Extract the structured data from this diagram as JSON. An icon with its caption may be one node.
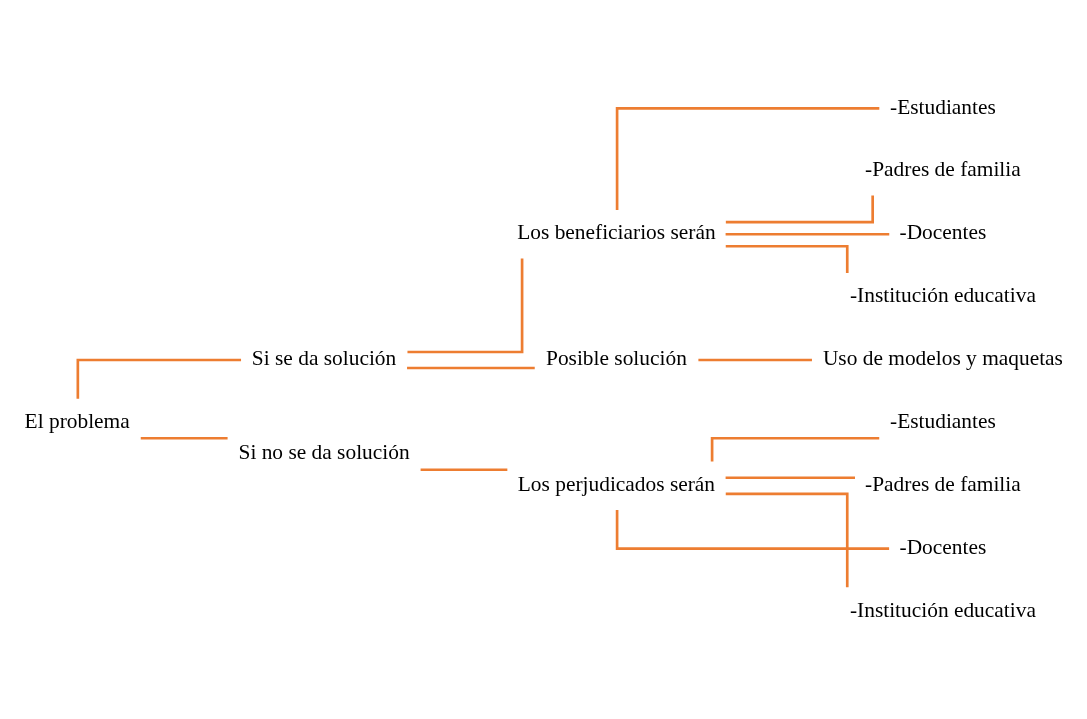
{
  "diagram": {
    "nodes": [
      {
        "text": [
          "El problema"
        ]
      },
      {
        "text": [
          "Si se da solución"
        ]
      },
      {
        "text": [
          "Si no se da solución"
        ]
      },
      {
        "text": [
          "Los beneficiarios serán"
        ]
      },
      {
        "text": [
          "Posible solución"
        ]
      },
      {
        "text": [
          "-Estudiantes"
        ]
      },
      {
        "text": [
          "-Padres de familia"
        ]
      },
      {
        "text": [
          "-Docentes"
        ]
      },
      {
        "text": [
          "-Institución educativa"
        ]
      },
      {
        "text": [
          "Uso de modelos y maquetas"
        ]
      },
      {
        "text": [
          "Los perjudicados serán"
        ]
      },
      {
        "text": [
          "-Estudiantes"
        ]
      },
      {
        "text": [
          "-Padres de familia"
        ]
      },
      {
        "text": [
          "-Docentes"
        ]
      },
      {
        "text": [
          "-Institución educativa"
        ]
      }
    ],
    "edges": [
      {
        "from": 0,
        "to": 1,
        "arrow": "none"
      },
      {
        "from": 0,
        "to": 2,
        "arrow": "none"
      },
      {
        "from": 1,
        "to": 3,
        "arrow": "none"
      },
      {
        "from": 1,
        "to": 4,
        "arrow": "none"
      },
      {
        "from": 3,
        "to": 5,
        "arrow": "none"
      },
      {
        "from": 3,
        "to": 6,
        "arrow": "none"
      },
      {
        "from": 3,
        "to": 7,
        "arrow": "none"
      },
      {
        "from": 3,
        "to": 8,
        "arrow": "none"
      },
      {
        "from": 4,
        "to": 9,
        "arrow": "none"
      },
      {
        "from": 2,
        "to": 10,
        "arrow": "none"
      },
      {
        "from": 10,
        "to": 11,
        "arrow": "none"
      },
      {
        "from": 10,
        "to": 12,
        "arrow": "none"
      },
      {
        "from": 10,
        "to": 13,
        "arrow": "none"
      },
      {
        "from": 10,
        "to": 14,
        "arrow": "none"
      }
    ]
  }
}
